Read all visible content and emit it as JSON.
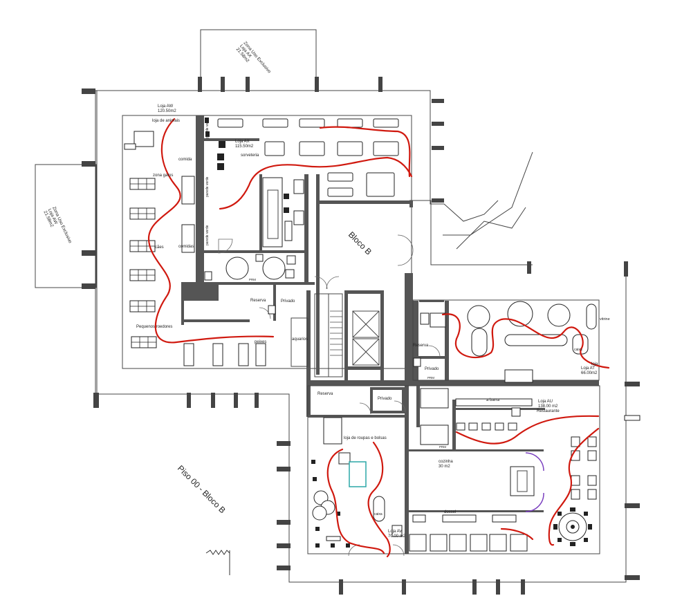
{
  "labels": {
    "zona_uso_exclusivo_ax": "Zona Uso Exclusivo\nLoja AX\n21.58m2",
    "zona_uso_exclusivo_aw": "Zona Uso Exclusivo\nLoja AW\n21.58m2",
    "loja_aw": "Loja AW\n120.50m2",
    "loja_de_animais": "loja de animais",
    "loja_ax": "Loja AX\n115.50m2",
    "sorveteria": "sorveteria",
    "comida_1": "comida",
    "comida_2": "comidas",
    "zona_gatos": "zona gatos",
    "caes": "cães",
    "pequenos_roedores": "Pequenos roedores",
    "peixes": "peixes",
    "aquarios": "aquarios",
    "parede_verde_1": "parede verde",
    "parede_verde_2": "parede verde",
    "parede_verde_3": "parede verde",
    "reserva_1": "Reserva",
    "privado_1": "Privado",
    "bloco_b": "Bloco B",
    "reserva_2": "Reserva",
    "privado_2": "Privado",
    "vitrine": "vitrine",
    "caixa_1": "caixa",
    "loja_at": "loja\nLoja AT\n66.00m2",
    "reserva_3": "Reserva",
    "privado_3": "Privado",
    "a_barra": "a barra",
    "loja_au": "Loja AU\n138.00 m2\nRestaurante",
    "loja_roupas": "loja de roupas e bolsas",
    "cozinha": "cozinha\n30 m2",
    "dossel": "dossel",
    "caixa_2": "caixa",
    "loja_av": "Loja AV\n70.00 m2",
    "piso": "Piso 00 - Bloco B",
    "prm_1": "PRM",
    "prm_2": "PRM",
    "prm_3": "PRM"
  },
  "colors": {
    "circulation_path": "#d0190f",
    "walls": "#555555",
    "columns": "#444444",
    "accent_purple": "#7a3fbf",
    "accent_teal": "#2aa7a7"
  }
}
